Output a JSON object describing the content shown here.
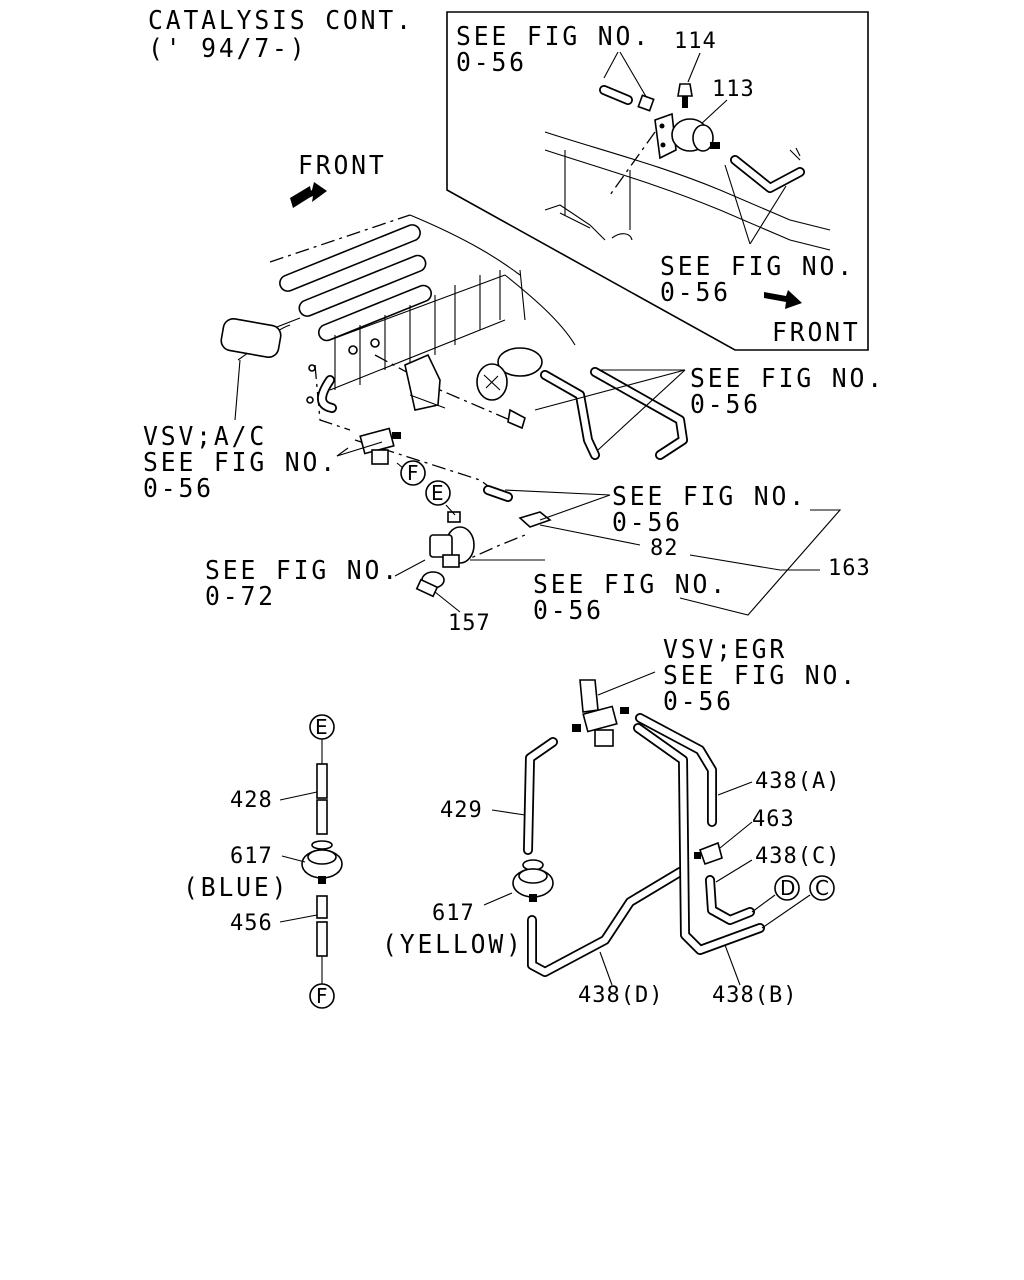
{
  "header": {
    "title_line1": "CATALYSIS CONT.",
    "title_line2": "(' 94/7-)"
  },
  "inset": {
    "see_fig_top": "SEE FIG NO.",
    "see_fig_top_no": "0-56",
    "callout_114": "114",
    "callout_113": "113",
    "see_fig_bottom": "SEE FIG NO.",
    "see_fig_bottom_no": "0-56",
    "front_label": "FRONT"
  },
  "main": {
    "front_label": "FRONT",
    "see_fig_right": "SEE FIG NO.",
    "see_fig_right_no": "0-56",
    "vsv_ac": "VSV;A/C",
    "vsv_ac_see": "SEE FIG NO.",
    "vsv_ac_no": "0-56",
    "see_fig_center": "SEE FIG NO.",
    "see_fig_center_no": "0-56",
    "callout_82": "82",
    "callout_163": "163",
    "see_fig_072": "SEE FIG NO.",
    "see_fig_072_no": "0-72",
    "see_fig_lower": "SEE FIG NO.",
    "see_fig_lower_no": "0-56",
    "callout_157": "157",
    "circle_e": "E",
    "circle_f": "F"
  },
  "left_assembly": {
    "circle_top": "E",
    "part_428": "428",
    "part_617": "617",
    "color_blue": "(BLUE)",
    "part_456": "456",
    "circle_bottom": "F"
  },
  "right_assembly": {
    "vsv_egr": "VSV;EGR",
    "vsv_egr_see": "SEE FIG NO.",
    "vsv_egr_no": "0-56",
    "part_438a": "438(A)",
    "part_463": "463",
    "part_438c": "438(C)",
    "circle_d": "D",
    "circle_c": "C",
    "part_429": "429",
    "part_617": "617",
    "color_yellow": "(YELLOW)",
    "part_438d": "438(D)",
    "part_438b": "438(B)"
  }
}
